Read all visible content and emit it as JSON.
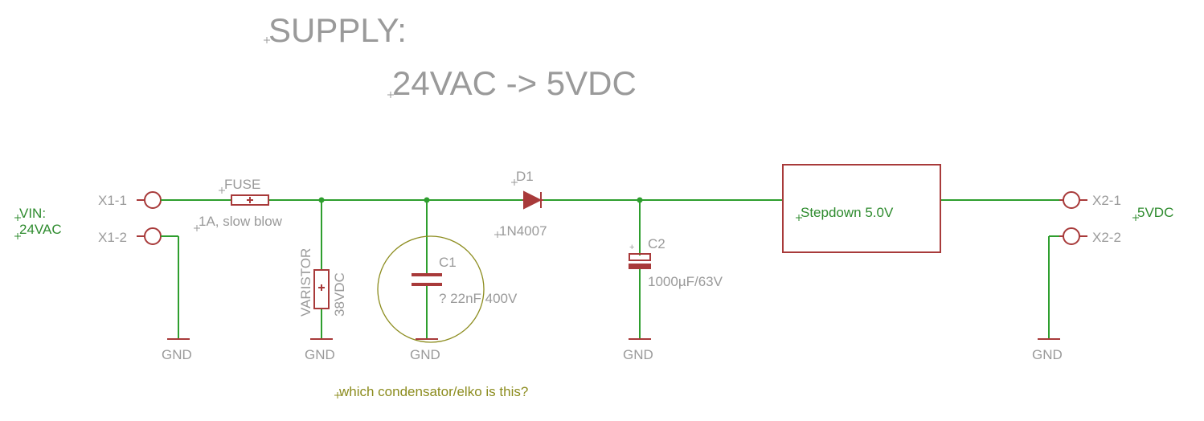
{
  "title": {
    "line1": "SUPPLY:",
    "line2": "24VAC -> 5VDC"
  },
  "input": {
    "label_line1": "VIN:",
    "label_line2": "24VAC",
    "pin1": "X1-1",
    "pin2": "X1-2"
  },
  "fuse": {
    "name": "FUSE",
    "value": "1A, slow blow"
  },
  "varistor": {
    "name": "VARISTOR",
    "value": "38VDC"
  },
  "c1": {
    "name": "C1",
    "value": "? 22nF 400V"
  },
  "diode": {
    "name": "D1",
    "value": "1N4007"
  },
  "c2": {
    "name": "C2",
    "value": "1000µF/63V"
  },
  "stepdown": {
    "label": "Stepdown 5.0V"
  },
  "output": {
    "label": "5VDC",
    "pin1": "X2-1",
    "pin2": "X2-2"
  },
  "ground_label": "GND",
  "annotation": "which condensator/elko is this?",
  "colors": {
    "wire": "#2e9e2e",
    "part": "#a83a3a",
    "text": "#9a9a9a",
    "net_label": "#2e8b2e",
    "annotation": "#8c8c1e"
  }
}
